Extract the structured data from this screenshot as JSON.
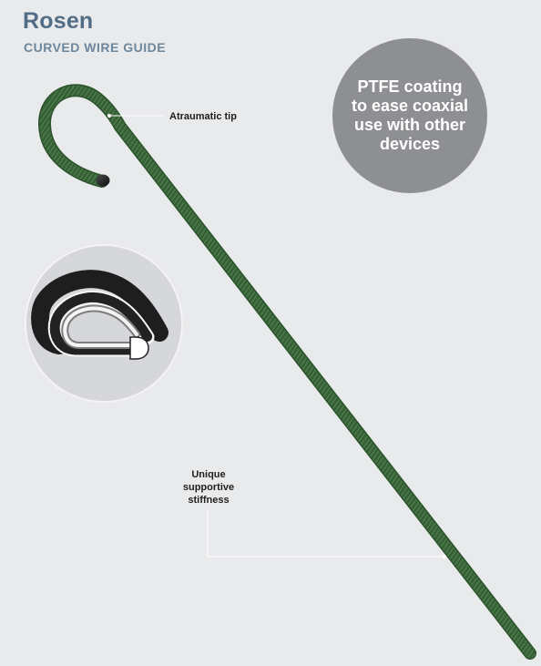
{
  "header": {
    "title": "Rosen",
    "subtitle": "CURVED WIRE GUIDE"
  },
  "badge": {
    "text": "PTFE coating to ease coaxial use with other devices"
  },
  "callouts": {
    "tip": "Atraumatic tip",
    "stiffness": "Unique supportive stiffness"
  },
  "colors": {
    "background": "#e9eaec",
    "title": "#526d86",
    "subtitle": "#6d879c",
    "wire": "#2e5a2f",
    "badge": "#8d8f93",
    "inset": "#d6d7da",
    "leader": "#ffffff"
  }
}
